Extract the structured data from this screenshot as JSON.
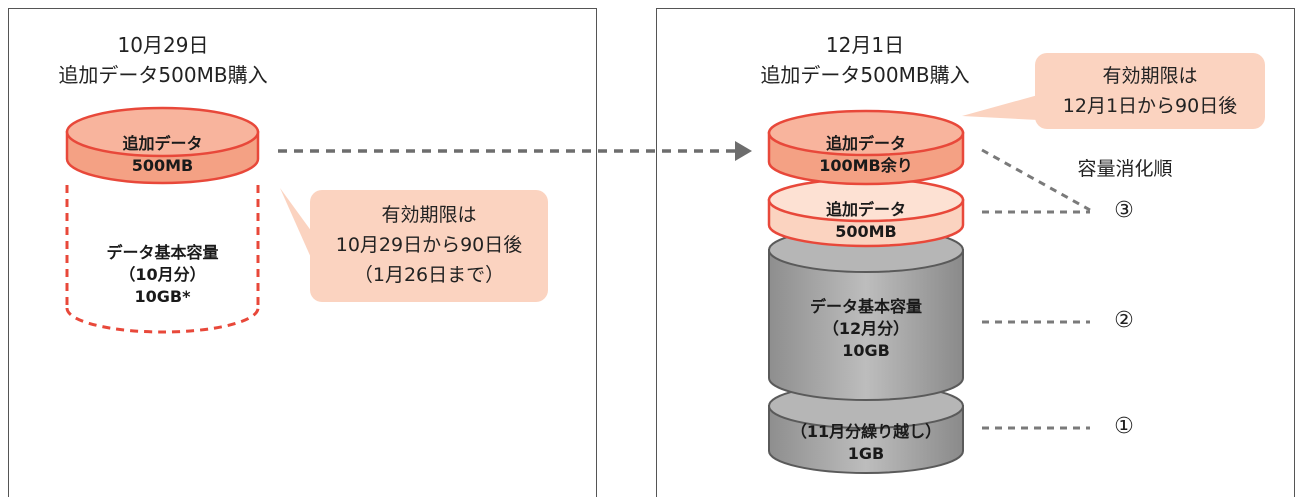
{
  "left": {
    "title_line1": "10月29日",
    "title_line2": "追加データ500MB購入",
    "cyl_add": [
      "追加データ",
      "500MB"
    ],
    "cyl_basic": [
      "データ基本容量",
      "（10月分）",
      "10GB*"
    ],
    "callout": [
      "有効期限は",
      "10月29日から90日後",
      "（1月26日まで）"
    ]
  },
  "right": {
    "title_line1": "12月1日",
    "title_line2": "追加データ500MB購入",
    "callout": [
      "有効期限は",
      "12月1日から90日後"
    ],
    "order_label": "容量消化順",
    "cyl_remain": [
      "追加データ",
      "100MB余り"
    ],
    "cyl_add": [
      "追加データ",
      "500MB"
    ],
    "cyl_basic": [
      "データ基本容量",
      "（12月分）",
      "10GB"
    ],
    "cyl_carry": [
      "（11月分繰り越し）",
      "1GB"
    ],
    "order": [
      "③",
      "②",
      "①"
    ]
  },
  "colors": {
    "orange_fill": "#f4a184",
    "orange_stroke": "#e8483a",
    "callout_fill": "#fbd3c0",
    "gray_fill": "#a8a8a8",
    "gray_stroke": "#5a5a5a"
  }
}
